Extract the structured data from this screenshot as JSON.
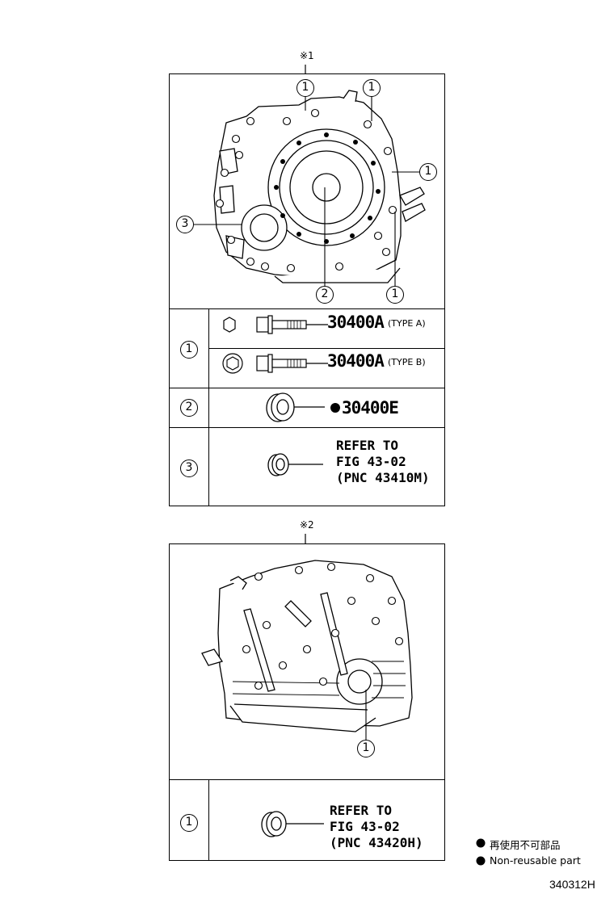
{
  "diagram_1": {
    "marker": "※1",
    "callouts": {
      "c1": "1",
      "c2": "2",
      "c3": "3"
    },
    "table": [
      {
        "ref": "1",
        "sub": [
          {
            "part_no": "30400A",
            "note": "(TYPE A)"
          },
          {
            "part_no": "30400A",
            "note": "(TYPE B)"
          }
        ]
      },
      {
        "ref": "2",
        "part_no": "30400E",
        "non_reusable": true
      },
      {
        "ref": "3",
        "refer": [
          "REFER TO",
          "FIG 43-02",
          "(PNC 43410M)"
        ]
      }
    ]
  },
  "diagram_2": {
    "marker": "※2",
    "callouts": {
      "c1": "1"
    },
    "table": [
      {
        "ref": "1",
        "refer": [
          "REFER TO",
          "FIG 43-02",
          "(PNC 43420H)"
        ]
      }
    ]
  },
  "legend": {
    "jp": "再使用不可部品",
    "en": "Non-reusable part"
  },
  "figure_code": "340312H"
}
